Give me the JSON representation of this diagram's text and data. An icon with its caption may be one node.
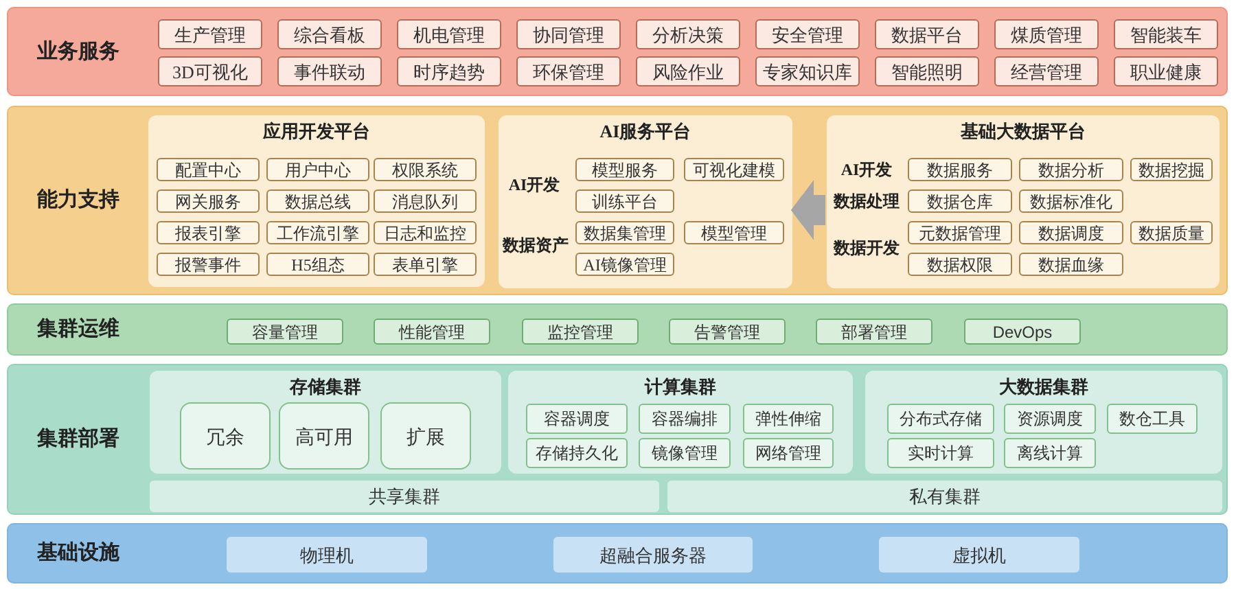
{
  "diagram": {
    "nodes": [
      {
        "text": [
          "业务服务"
        ]
      },
      {
        "text": [
          "生产管理"
        ],
        "in": 0
      },
      {
        "text": [
          "综合看板"
        ],
        "in": 0
      },
      {
        "text": [
          "机电管理"
        ],
        "in": 0
      },
      {
        "text": [
          "协同管理"
        ],
        "in": 0
      },
      {
        "text": [
          "分析决策"
        ],
        "in": 0
      },
      {
        "text": [
          "安全管理"
        ],
        "in": 0
      },
      {
        "text": [
          "数据平台"
        ],
        "in": 0
      },
      {
        "text": [
          "煤质管理"
        ],
        "in": 0
      },
      {
        "text": [
          "智能装车"
        ],
        "in": 0
      },
      {
        "text": [
          "3D可视化"
        ],
        "in": 0
      },
      {
        "text": [
          "事件联动"
        ],
        "in": 0
      },
      {
        "text": [
          "时序趋势"
        ],
        "in": 0
      },
      {
        "text": [
          "环保管理"
        ],
        "in": 0
      },
      {
        "text": [
          "风险作业"
        ],
        "in": 0
      },
      {
        "text": [
          "专家知识库"
        ],
        "in": 0
      },
      {
        "text": [
          "智能照明"
        ],
        "in": 0
      },
      {
        "text": [
          "经营管理"
        ],
        "in": 0
      },
      {
        "text": [
          "职业健康"
        ],
        "in": 0
      },
      {
        "text": [
          "能力支持"
        ]
      },
      {
        "text": [
          "应用开发平台"
        ],
        "in": 19
      },
      {
        "text": [
          "配置中心"
        ],
        "in": 20
      },
      {
        "text": [
          "用户中心"
        ],
        "in": 20
      },
      {
        "text": [
          "权限系统"
        ],
        "in": 20
      },
      {
        "text": [
          "网关服务"
        ],
        "in": 20
      },
      {
        "text": [
          "数据总线"
        ],
        "in": 20
      },
      {
        "text": [
          "消息队列"
        ],
        "in": 20
      },
      {
        "text": [
          "报表引擎"
        ],
        "in": 20
      },
      {
        "text": [
          "工作流引擎"
        ],
        "in": 20
      },
      {
        "text": [
          "日志和监控"
        ],
        "in": 20
      },
      {
        "text": [
          "报警事件"
        ],
        "in": 20
      },
      {
        "text": [
          "H5组态"
        ],
        "in": 20
      },
      {
        "text": [
          "表单引擎"
        ],
        "in": 20
      },
      {
        "text": [
          "AI服务平台",
          "AI开发",
          "数据资产"
        ],
        "in": 19
      },
      {
        "text": [
          "模型服务"
        ],
        "in": 33
      },
      {
        "text": [
          "可视化建模"
        ],
        "in": 33
      },
      {
        "text": [
          "训练平台"
        ],
        "in": 33
      },
      {
        "text": [
          "数据集管理"
        ],
        "in": 33
      },
      {
        "text": [
          "模型管理"
        ],
        "in": 33
      },
      {
        "text": [
          "AI镜像管理"
        ],
        "in": 33
      },
      {
        "text": [
          "基础大数据平台",
          "AI开发",
          "数据处理",
          "数据开发"
        ],
        "in": 19
      },
      {
        "text": [
          "数据服务"
        ],
        "in": 40
      },
      {
        "text": [
          "数据分析"
        ],
        "in": 40
      },
      {
        "text": [
          "数据挖掘"
        ],
        "in": 40
      },
      {
        "text": [
          "数据仓库"
        ],
        "in": 40
      },
      {
        "text": [
          "数据标准化"
        ],
        "in": 40
      },
      {
        "text": [
          "元数据管理"
        ],
        "in": 40
      },
      {
        "text": [
          "数据调度"
        ],
        "in": 40
      },
      {
        "text": [
          "数据质量"
        ],
        "in": 40
      },
      {
        "text": [
          "数据权限"
        ],
        "in": 40
      },
      {
        "text": [
          "数据血缘"
        ],
        "in": 40
      },
      {
        "text": [
          "集群运维"
        ]
      },
      {
        "text": [
          "容量管理"
        ],
        "in": 51
      },
      {
        "text": [
          "性能管理"
        ],
        "in": 51
      },
      {
        "text": [
          "监控管理"
        ],
        "in": 51
      },
      {
        "text": [
          "告警管理"
        ],
        "in": 51
      },
      {
        "text": [
          "部署管理"
        ],
        "in": 51
      },
      {
        "text": [
          "DevOps"
        ],
        "in": 51
      },
      {
        "text": [
          "集群部署"
        ]
      },
      {
        "text": [
          "存储集群"
        ],
        "in": 58
      },
      {
        "text": [
          "冗余"
        ],
        "in": 59
      },
      {
        "text": [
          "高可用"
        ],
        "in": 59
      },
      {
        "text": [
          "扩展"
        ],
        "in": 59
      },
      {
        "text": [
          "计算集群"
        ],
        "in": 58
      },
      {
        "text": [
          "容器调度"
        ],
        "in": 63
      },
      {
        "text": [
          "容器编排"
        ],
        "in": 63
      },
      {
        "text": [
          "弹性伸缩"
        ],
        "in": 63
      },
      {
        "text": [
          "存储持久化"
        ],
        "in": 63
      },
      {
        "text": [
          "镜像管理"
        ],
        "in": 63
      },
      {
        "text": [
          "网络管理"
        ],
        "in": 63
      },
      {
        "text": [
          "大数据集群"
        ],
        "in": 58
      },
      {
        "text": [
          "分布式存储"
        ],
        "in": 70
      },
      {
        "text": [
          "资源调度"
        ],
        "in": 70
      },
      {
        "text": [
          "数仓工具"
        ],
        "in": 70
      },
      {
        "text": [
          "实时计算"
        ],
        "in": 70
      },
      {
        "text": [
          "离线计算"
        ],
        "in": 70
      },
      {
        "text": [
          "共享集群"
        ],
        "in": 58
      },
      {
        "text": [
          "私有集群"
        ],
        "in": 58
      },
      {
        "text": [
          "基础设施"
        ]
      },
      {
        "text": [
          "物理机"
        ],
        "in": 78
      },
      {
        "text": [
          "超融合服务器"
        ],
        "in": 78
      },
      {
        "text": [
          "虚拟机"
        ],
        "in": 78
      }
    ],
    "edges": [
      {
        "from": 40,
        "to": 33,
        "arrow": "to"
      }
    ]
  }
}
